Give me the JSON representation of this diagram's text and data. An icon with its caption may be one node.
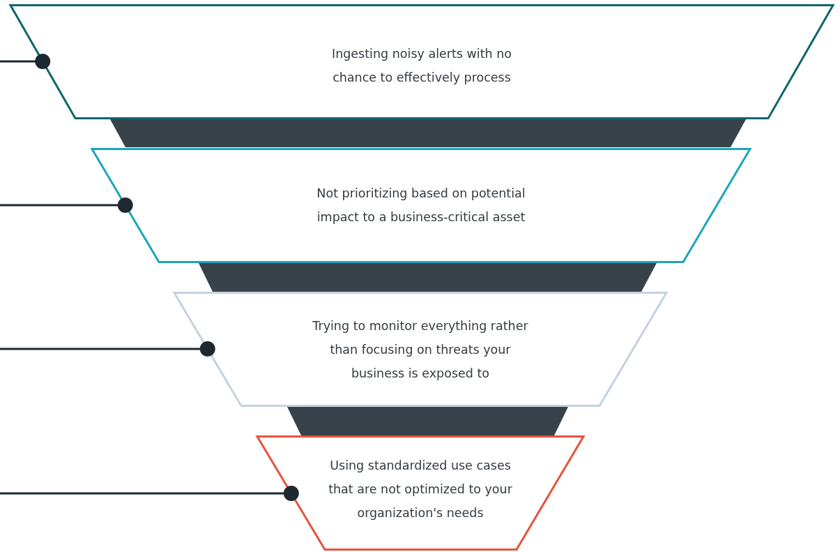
{
  "diagram": {
    "nodes": [
      {
        "text": [
          "Ingesting noisy alerts with no chance to effectively process"
        ]
      },
      {
        "text": [],
        "shape": "bar"
      },
      {
        "text": [
          "Not prioritizing based on potential impact to a business-critical asset"
        ]
      },
      {
        "text": [],
        "shape": "bar"
      },
      {
        "text": [
          "Trying to monitor everything rather than focusing on threats your business is exposed to"
        ]
      },
      {
        "text": [],
        "shape": "bar"
      },
      {
        "text": [
          "Using standardized use cases that are not optimized to your organization's needs"
        ]
      }
    ],
    "edges": [
      {
        "from": null,
        "to": 0,
        "arrow": "other"
      },
      {
        "from": null,
        "to": 2,
        "arrow": "other"
      },
      {
        "from": null,
        "to": 4,
        "arrow": "other"
      },
      {
        "from": null,
        "to": 6,
        "arrow": "other"
      }
    ]
  }
}
